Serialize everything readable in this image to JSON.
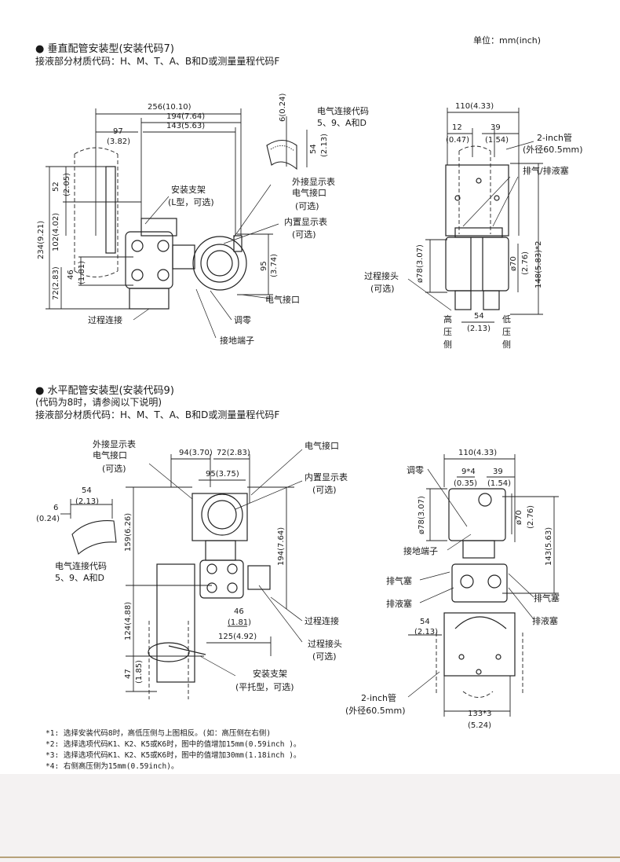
{
  "unit_label": "单位：mm(inch)",
  "section1": {
    "title": "● 垂直配管安装型(安装代码7)",
    "subtitle": "接液部分材质代码：H、M、T、A、B和D或测量量程代码F",
    "left": {
      "dims": {
        "d256": "256(10.10)",
        "d194": "194(7.64)",
        "d143": "143(5.63)",
        "d97": "97",
        "d97i": "(3.82)",
        "d6": "6(0.24)",
        "d54": "54",
        "d54i": "(2.13)",
        "d52": "52",
        "d52i": "(2.05)",
        "d102": "102(4.02)",
        "d234": "234(9.21)",
        "d46": "46",
        "d46i": "(1.81)",
        "d72": "72(2.83)",
        "d95": "95",
        "d95i": "(3.74)"
      },
      "labels": {
        "elec_code": "电气连接代码",
        "elec_code2": "5、9、A和D",
        "bracket": "安装支架",
        "bracket2": "(L型，可选)",
        "ext_display": "外接显示表",
        "ext_display2": "电气接口",
        "ext_display3": "(可选)",
        "int_display": "内置显示表",
        "int_display2": "(可选)",
        "elec_port": "电气接口",
        "zero": "调零",
        "ground": "接地端子",
        "process": "过程连接"
      }
    },
    "right": {
      "dims": {
        "d110": "110(4.33)",
        "d12": "12",
        "d12i": "(0.47)",
        "d39": "39",
        "d39i": "(1.54)",
        "d78": "ø78(3.07)",
        "d70": "ø70",
        "d70i": "(2.76)",
        "d148": "148(5.83)*2",
        "d54": "54",
        "d54i": "(2.13)"
      },
      "labels": {
        "pipe": "2-inch管",
        "pipe2": "(外径60.5mm)",
        "vent": "排气/排液塞",
        "proc_conn": "过程接头",
        "proc_conn2": "(可选)",
        "high": [
          "高",
          "压",
          "侧"
        ],
        "low": [
          "低",
          "压",
          "侧"
        ]
      }
    }
  },
  "section2": {
    "title": "● 水平配管安装型(安装代码9)",
    "subtitle1": "(代码为8时，请参阅以下说明)",
    "subtitle2": "接液部分材质代码：H、M、T、A、B和D或测量量程代码F",
    "left": {
      "dims": {
        "d94": "94(3.70)",
        "d72": "72(2.83)",
        "d95": "95(3.75)",
        "d54": "54",
        "d54i": "(2.13)",
        "d6": "6",
        "d6i": "(0.24)",
        "d159": "159(6.26)",
        "d194": "194(7.64)",
        "d124": "124(4.88)",
        "d46": "46",
        "d46i": "(1.81)",
        "d125": "125(4.92)",
        "d47": "47",
        "d47i": "(1.85)"
      },
      "labels": {
        "ext_display": "外接显示表",
        "ext_display2": "电气接口",
        "ext_display3": "(可选)",
        "elec_port": "电气接口",
        "int_display": "内置显示表",
        "int_display2": "(可选)",
        "elec_code": "电气连接代码",
        "elec_code2": "5、9、A和D",
        "process": "过程连接",
        "proc_conn": "过程接头",
        "proc_conn2": "(可选)",
        "bracket": "安装支架",
        "bracket2": "(平托型，可选)"
      }
    },
    "right": {
      "dims": {
        "d110": "110(4.33)",
        "d9": "9*4",
        "d9i": "(0.35)",
        "d39": "39",
        "d39i": "(1.54)",
        "d78": "ø78(3.07)",
        "d70": "ø70",
        "d70i": "(2.76)",
        "d143": "143(5.63)",
        "d54": "54",
        "d54i": "(2.13)",
        "d133": "133*3",
        "d133i": "(5.24)"
      },
      "labels": {
        "zero": "调零",
        "ground": "接地端子",
        "vent_l": "排气塞",
        "drain_l": "排液塞",
        "vent_r": "排气塞",
        "drain_r": "排液塞",
        "pipe": "2-inch管",
        "pipe2": "(外径60.5mm)"
      }
    }
  },
  "footnotes": [
    "*1:  选择安装代码8时，高低压侧与上图相反。(如：高压侧在右侧)",
    "*2:  选择选项代码K1、K2、K5或K6时，图中的值增加15mm(0.59inch )。",
    "*3:  选择选项代码K1、K2、K5或K6时，图中的值增加30mm(1.18inch )。",
    "*4:  右侧高压侧为15mm(0.59inch)。"
  ]
}
